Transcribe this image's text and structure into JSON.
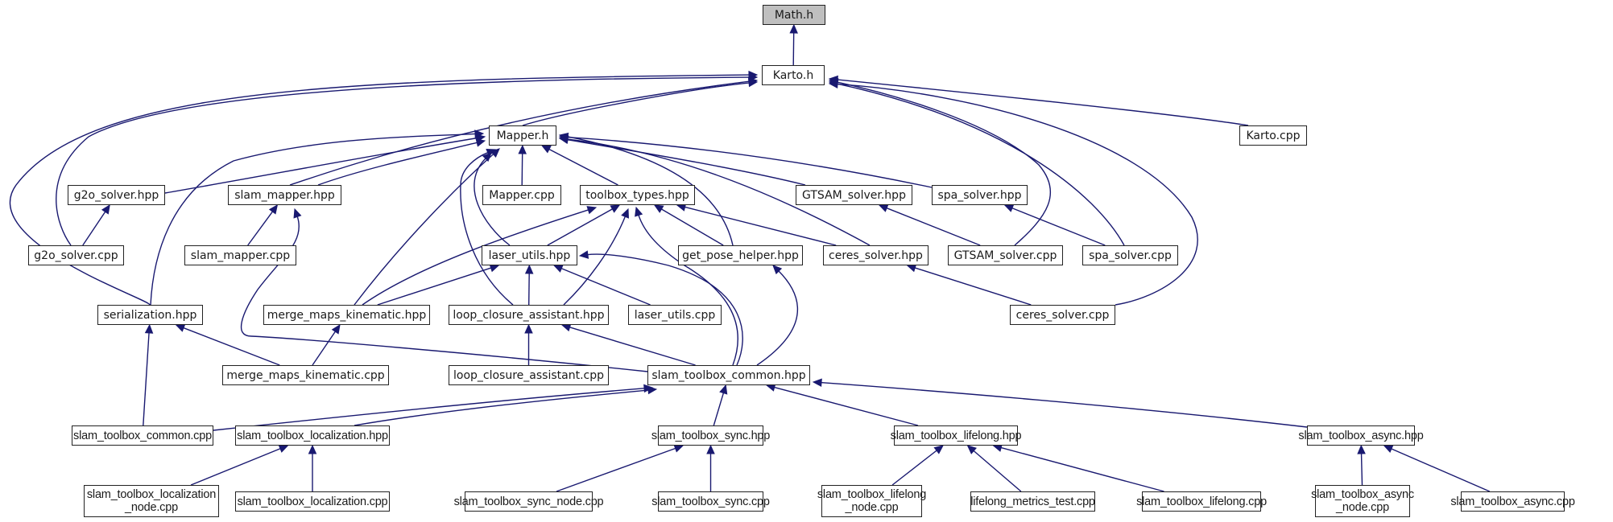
{
  "title": "Include dependency graph for Math.h",
  "colors": {
    "edge": "#191970",
    "root_fill": "#bfbfbf",
    "node_fill": "#ffffff",
    "border": "#222222"
  },
  "nodes": [
    {
      "id": "math_h",
      "label": "Math.h",
      "root": true
    },
    {
      "id": "karto_h",
      "label": "Karto.h"
    },
    {
      "id": "mapper_h",
      "label": "Mapper.h"
    },
    {
      "id": "karto_cpp",
      "label": "Karto.cpp"
    },
    {
      "id": "g2o_solver_hpp",
      "label": "g2o_solver.hpp"
    },
    {
      "id": "slam_mapper_hpp",
      "label": "slam_mapper.hpp"
    },
    {
      "id": "mapper_cpp",
      "label": "Mapper.cpp"
    },
    {
      "id": "toolbox_types_hpp",
      "label": "toolbox_types.hpp"
    },
    {
      "id": "gtsam_solver_hpp",
      "label": "GTSAM_solver.hpp"
    },
    {
      "id": "spa_solver_hpp",
      "label": "spa_solver.hpp"
    },
    {
      "id": "g2o_solver_cpp",
      "label": "g2o_solver.cpp"
    },
    {
      "id": "slam_mapper_cpp",
      "label": "slam_mapper.cpp"
    },
    {
      "id": "laser_utils_hpp",
      "label": "laser_utils.hpp"
    },
    {
      "id": "get_pose_helper_hpp",
      "label": "get_pose_helper.hpp"
    },
    {
      "id": "ceres_solver_hpp",
      "label": "ceres_solver.hpp"
    },
    {
      "id": "gtsam_solver_cpp",
      "label": "GTSAM_solver.cpp"
    },
    {
      "id": "spa_solver_cpp",
      "label": "spa_solver.cpp"
    },
    {
      "id": "serialization_hpp",
      "label": "serialization.hpp"
    },
    {
      "id": "merge_maps_kinematic_hpp",
      "label": "merge_maps_kinematic.hpp"
    },
    {
      "id": "loop_closure_assistant_hpp",
      "label": "loop_closure_assistant.hpp"
    },
    {
      "id": "laser_utils_cpp",
      "label": "laser_utils.cpp"
    },
    {
      "id": "ceres_solver_cpp",
      "label": "ceres_solver.cpp"
    },
    {
      "id": "merge_maps_kinematic_cpp",
      "label": "merge_maps_kinematic.cpp"
    },
    {
      "id": "loop_closure_assistant_cpp",
      "label": "loop_closure_assistant.cpp"
    },
    {
      "id": "slam_toolbox_common_hpp",
      "label": "slam_toolbox_common.hpp"
    },
    {
      "id": "slam_toolbox_common_cpp",
      "label": "slam_toolbox_common.cpp"
    },
    {
      "id": "slam_toolbox_localization_hpp",
      "label": "slam_toolbox_localization.hpp"
    },
    {
      "id": "slam_toolbox_sync_hpp",
      "label": "slam_toolbox_sync.hpp"
    },
    {
      "id": "slam_toolbox_lifelong_hpp",
      "label": "slam_toolbox_lifelong.hpp"
    },
    {
      "id": "slam_toolbox_async_hpp",
      "label": "slam_toolbox_async.hpp"
    },
    {
      "id": "slam_toolbox_localization_node_cpp",
      "label": "slam_toolbox_localization\n_node.cpp"
    },
    {
      "id": "slam_toolbox_localization_cpp",
      "label": "slam_toolbox_localization.cpp"
    },
    {
      "id": "slam_toolbox_sync_node_cpp",
      "label": "slam_toolbox_sync_node.cpp"
    },
    {
      "id": "slam_toolbox_sync_cpp",
      "label": "slam_toolbox_sync.cpp"
    },
    {
      "id": "slam_toolbox_lifelong_node_cpp",
      "label": "slam_toolbox_lifelong\n_node.cpp"
    },
    {
      "id": "lifelong_metrics_test_cpp",
      "label": "lifelong_metrics_test.cpp"
    },
    {
      "id": "slam_toolbox_lifelong_cpp",
      "label": "slam_toolbox_lifelong.cpp"
    },
    {
      "id": "slam_toolbox_async_node_cpp",
      "label": "slam_toolbox_async\n_node.cpp"
    },
    {
      "id": "slam_toolbox_async_cpp",
      "label": "slam_toolbox_async.cpp"
    }
  ],
  "edges": [
    [
      "karto_h",
      "math_h"
    ],
    [
      "mapper_h",
      "karto_h"
    ],
    [
      "karto_cpp",
      "karto_h"
    ],
    [
      "slam_mapper_hpp",
      "karto_h"
    ],
    [
      "g2o_solver_cpp",
      "karto_h"
    ],
    [
      "serialization_hpp",
      "karto_h"
    ],
    [
      "gtsam_solver_cpp",
      "karto_h"
    ],
    [
      "spa_solver_cpp",
      "karto_h"
    ],
    [
      "ceres_solver_cpp",
      "karto_h"
    ],
    [
      "g2o_solver_hpp",
      "mapper_h"
    ],
    [
      "slam_mapper_hpp",
      "mapper_h"
    ],
    [
      "mapper_cpp",
      "mapper_h"
    ],
    [
      "toolbox_types_hpp",
      "mapper_h"
    ],
    [
      "gtsam_solver_hpp",
      "mapper_h"
    ],
    [
      "spa_solver_hpp",
      "mapper_h"
    ],
    [
      "serialization_hpp",
      "mapper_h"
    ],
    [
      "merge_maps_kinematic_hpp",
      "mapper_h"
    ],
    [
      "laser_utils_hpp",
      "mapper_h"
    ],
    [
      "loop_closure_assistant_hpp",
      "mapper_h"
    ],
    [
      "get_pose_helper_hpp",
      "mapper_h"
    ],
    [
      "ceres_solver_hpp",
      "mapper_h"
    ],
    [
      "g2o_solver_cpp",
      "g2o_solver_hpp"
    ],
    [
      "slam_mapper_cpp",
      "slam_mapper_hpp"
    ],
    [
      "slam_toolbox_common_hpp",
      "slam_mapper_hpp"
    ],
    [
      "laser_utils_hpp",
      "toolbox_types_hpp"
    ],
    [
      "merge_maps_kinematic_hpp",
      "toolbox_types_hpp"
    ],
    [
      "loop_closure_assistant_hpp",
      "toolbox_types_hpp"
    ],
    [
      "get_pose_helper_hpp",
      "toolbox_types_hpp"
    ],
    [
      "ceres_solver_hpp",
      "toolbox_types_hpp"
    ],
    [
      "slam_toolbox_common_hpp",
      "toolbox_types_hpp"
    ],
    [
      "gtsam_solver_cpp",
      "gtsam_solver_hpp"
    ],
    [
      "spa_solver_cpp",
      "spa_solver_hpp"
    ],
    [
      "merge_maps_kinematic_hpp",
      "laser_utils_hpp"
    ],
    [
      "loop_closure_assistant_hpp",
      "laser_utils_hpp"
    ],
    [
      "laser_utils_cpp",
      "laser_utils_hpp"
    ],
    [
      "slam_toolbox_common_hpp",
      "laser_utils_hpp"
    ],
    [
      "slam_toolbox_common_hpp",
      "get_pose_helper_hpp"
    ],
    [
      "ceres_solver_cpp",
      "ceres_solver_hpp"
    ],
    [
      "merge_maps_kinematic_cpp",
      "serialization_hpp"
    ],
    [
      "slam_toolbox_common_cpp",
      "serialization_hpp"
    ],
    [
      "merge_maps_kinematic_cpp",
      "merge_maps_kinematic_hpp"
    ],
    [
      "loop_closure_assistant_cpp",
      "loop_closure_assistant_hpp"
    ],
    [
      "slam_toolbox_common_hpp",
      "loop_closure_assistant_hpp"
    ],
    [
      "slam_toolbox_common_cpp",
      "slam_toolbox_common_hpp"
    ],
    [
      "slam_toolbox_localization_hpp",
      "slam_toolbox_common_hpp"
    ],
    [
      "slam_toolbox_sync_hpp",
      "slam_toolbox_common_hpp"
    ],
    [
      "slam_toolbox_lifelong_hpp",
      "slam_toolbox_common_hpp"
    ],
    [
      "slam_toolbox_async_hpp",
      "slam_toolbox_common_hpp"
    ],
    [
      "slam_toolbox_localization_node_cpp",
      "slam_toolbox_localization_hpp"
    ],
    [
      "slam_toolbox_localization_cpp",
      "slam_toolbox_localization_hpp"
    ],
    [
      "slam_toolbox_sync_node_cpp",
      "slam_toolbox_sync_hpp"
    ],
    [
      "slam_toolbox_sync_cpp",
      "slam_toolbox_sync_hpp"
    ],
    [
      "slam_toolbox_lifelong_node_cpp",
      "slam_toolbox_lifelong_hpp"
    ],
    [
      "lifelong_metrics_test_cpp",
      "slam_toolbox_lifelong_hpp"
    ],
    [
      "slam_toolbox_lifelong_cpp",
      "slam_toolbox_lifelong_hpp"
    ],
    [
      "slam_toolbox_async_node_cpp",
      "slam_toolbox_async_hpp"
    ],
    [
      "slam_toolbox_async_cpp",
      "slam_toolbox_async_hpp"
    ]
  ]
}
